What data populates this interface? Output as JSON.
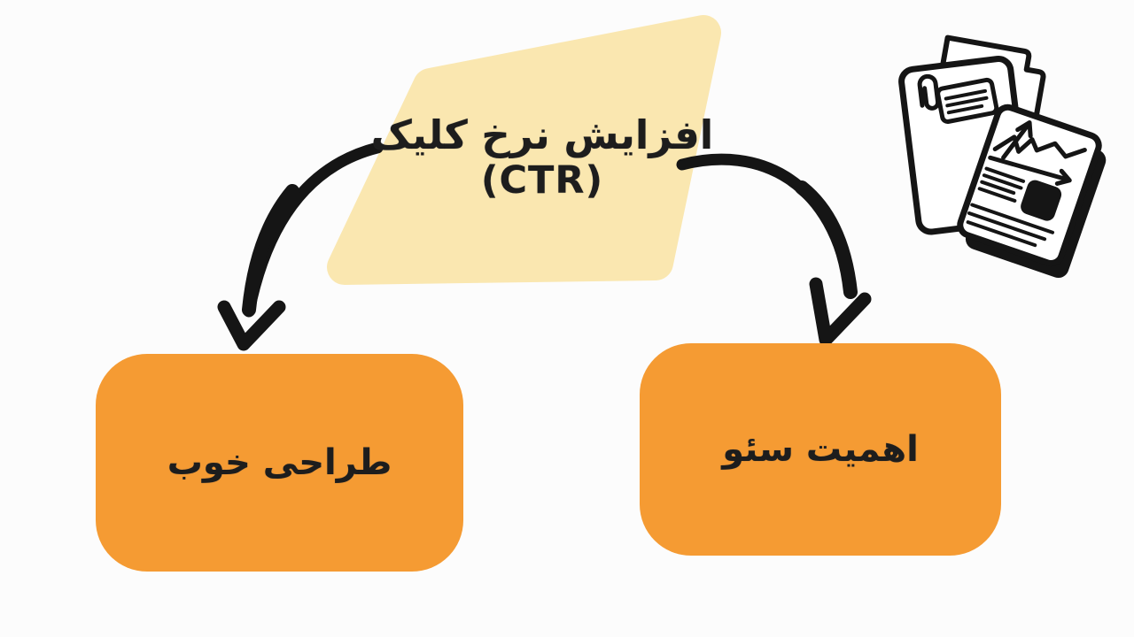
{
  "diagram": {
    "title": {
      "line1": "افزایش نرخ کلیک",
      "line2": "(CTR)"
    },
    "nodes": {
      "left": {
        "label": "طراحی خوب"
      },
      "right": {
        "label": "اهمیت سئو"
      }
    },
    "connectors": [
      {
        "from": "ctr",
        "to": "left",
        "style": "hand-drawn-curved-arrow"
      },
      {
        "from": "ctr",
        "to": "right",
        "style": "hand-drawn-curved-arrow"
      }
    ],
    "illustration": "stack-of-documents-with-growth-chart-doodle",
    "colors": {
      "background": "#fcfcfc",
      "parallelogram_fill": "#FAE7B0",
      "node_fill": "#F59B33",
      "ink": "#151515",
      "text": "#1d1d1d"
    }
  }
}
